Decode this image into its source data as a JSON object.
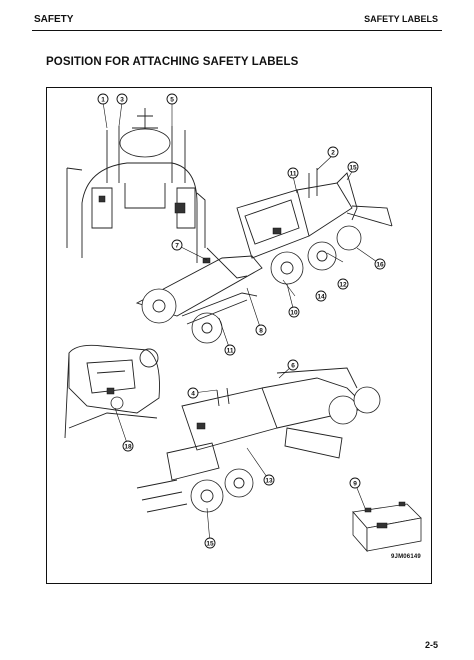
{
  "header": {
    "section": "SAFETY",
    "subsection": "SAFETY LABELS"
  },
  "title": "POSITION FOR ATTACHING SAFETY LABELS",
  "figure": {
    "code": "9JM06149",
    "callouts": [
      "1",
      "3",
      "5",
      "11",
      "2",
      "15",
      "7",
      "16",
      "10",
      "14",
      "12",
      "8",
      "11",
      "6",
      "4",
      "13",
      "18",
      "9",
      "15"
    ]
  },
  "page_number": "2-5"
}
